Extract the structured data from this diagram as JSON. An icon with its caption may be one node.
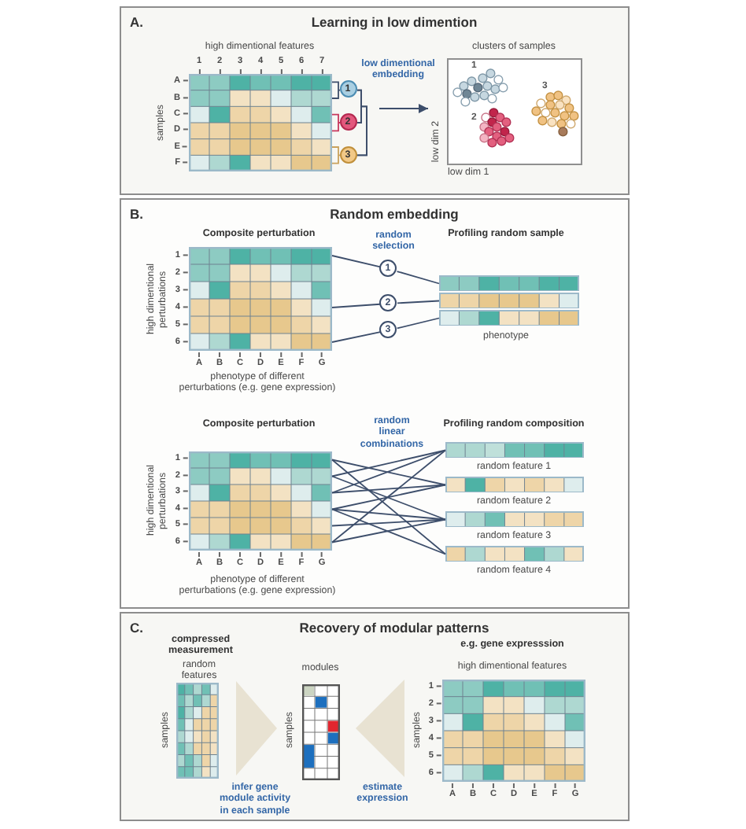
{
  "diagram": {
    "nodes": [
      {
        "text": [
          "A.",
          "Learning in low dimention"
        ]
      },
      {
        "text": [
          "high dimentional features"
        ],
        "in": 0,
        "beside": [
          "samples"
        ]
      },
      {
        "text": [
          "1"
        ],
        "in": 0
      },
      {
        "text": [
          "2"
        ],
        "in": 0
      },
      {
        "text": [
          "3"
        ],
        "in": 0
      },
      {
        "text": [
          "clusters of samples",
          "1",
          "3",
          "2"
        ],
        "in": 0,
        "beside": [
          "low dim 2",
          "low dim 1"
        ]
      },
      {
        "text": [
          "B.",
          "Random embedding"
        ]
      },
      {
        "text": [
          "Composite perturbation"
        ],
        "in": 6,
        "beside": [
          "high dimentional perturbations",
          "phenotype of different perturbations (e.g. gene expression)"
        ]
      },
      {
        "text": [
          "1"
        ],
        "in": 6
      },
      {
        "text": [
          "2"
        ],
        "in": 6
      },
      {
        "text": [
          "3"
        ],
        "in": 6
      },
      {
        "text": [
          "Profiling random sample"
        ],
        "in": 6,
        "beside": [
          "phenotype"
        ]
      },
      {
        "text": [],
        "shape": "bar",
        "in": 11
      },
      {
        "text": [],
        "shape": "bar",
        "in": 11
      },
      {
        "text": [],
        "shape": "bar",
        "in": 11
      },
      {
        "text": [
          "Composite perturbation"
        ],
        "in": 6,
        "beside": [
          "high dimentional perturbations",
          "phenotype of different perturbations (e.g. gene expression)"
        ]
      },
      {
        "text": [
          "Profiling random composition"
        ],
        "in": 6
      },
      {
        "text": [],
        "shape": "bar",
        "in": 16,
        "beside": [
          "random feature 1"
        ]
      },
      {
        "text": [],
        "shape": "bar",
        "in": 16,
        "beside": [
          "random feature 2"
        ]
      },
      {
        "text": [],
        "shape": "bar",
        "in": 16,
        "beside": [
          "random feature 3"
        ]
      },
      {
        "text": [],
        "shape": "bar",
        "in": 16,
        "beside": [
          "random feature 4"
        ]
      },
      {
        "text": [
          "C.",
          "Recovery of modular patterns"
        ]
      },
      {
        "text": [
          "compressed measurement",
          "random features"
        ],
        "in": 21,
        "beside": [
          "samples"
        ]
      },
      {
        "text": [
          "modules"
        ],
        "in": 21,
        "beside": [
          "samples"
        ]
      },
      {
        "text": [
          "e.g. gene expresssion",
          "high dimentional features"
        ],
        "in": 21,
        "beside": [
          "samples"
        ]
      }
    ],
    "edges": [
      {
        "from": 1,
        "to": 2,
        "arrow": "none"
      },
      {
        "from": 1,
        "to": 3,
        "arrow": "none",
        "color": "#c8385e"
      },
      {
        "from": 1,
        "to": 4,
        "arrow": "none",
        "color": "#c9a25c"
      },
      {
        "from": 2,
        "to": 3,
        "arrow": "none"
      },
      {
        "from": 2,
        "to": 4,
        "arrow": "none"
      },
      {
        "from": 3,
        "to": 4,
        "arrow": "none"
      },
      {
        "from": null,
        "to": 5,
        "arrow": "to",
        "label": "low dimentional embedding"
      },
      {
        "from": 7,
        "to": 8,
        "arrow": "none"
      },
      {
        "from": 8,
        "to": 12,
        "arrow": "none"
      },
      {
        "from": 7,
        "to": 9,
        "arrow": "none"
      },
      {
        "from": 9,
        "to": 13,
        "arrow": "none"
      },
      {
        "from": 7,
        "to": 10,
        "arrow": "none"
      },
      {
        "from": 10,
        "to": 14,
        "arrow": "none"
      },
      {
        "from": 15,
        "to": 18,
        "arrow": "none"
      },
      {
        "from": 15,
        "to": 20,
        "arrow": "none"
      },
      {
        "from": 15,
        "to": 17,
        "arrow": "none"
      },
      {
        "from": 15,
        "to": 19,
        "arrow": "none"
      },
      {
        "from": 15,
        "to": 17,
        "arrow": "none"
      },
      {
        "from": 15,
        "to": 18,
        "arrow": "none"
      },
      {
        "from": 15,
        "to": 18,
        "arrow": "none"
      },
      {
        "from": 15,
        "to": 19,
        "arrow": "none"
      },
      {
        "from": 15,
        "to": 20,
        "arrow": "none"
      },
      {
        "from": 15,
        "to": 19,
        "arrow": "none"
      },
      {
        "from": 15,
        "to": 17,
        "arrow": "none"
      },
      {
        "from": 15,
        "to": 19,
        "arrow": "none"
      },
      {
        "from": 22,
        "to": 23,
        "arrow": "to",
        "color": "#e8e2d2"
      },
      {
        "from": 24,
        "to": 23,
        "arrow": "to",
        "color": "#e8e2d2"
      }
    ],
    "labels": [
      "1",
      "2",
      "3",
      "4",
      "5",
      "6",
      "7",
      "A",
      "B",
      "C",
      "D",
      "E",
      "F",
      "random selection",
      "1",
      "2",
      "3",
      "4",
      "5",
      "6",
      "A",
      "B",
      "C",
      "D",
      "E",
      "F",
      "G",
      "random linear combinations",
      "1",
      "2",
      "3",
      "4",
      "5",
      "6",
      "A",
      "B",
      "C",
      "D",
      "E",
      "F",
      "G",
      "1",
      "2",
      "3",
      "4",
      "5",
      "6",
      "infer gene module activity in each sample",
      "estimate expression",
      "A",
      "B",
      "C",
      "D",
      "E",
      "F",
      "G"
    ]
  }
}
